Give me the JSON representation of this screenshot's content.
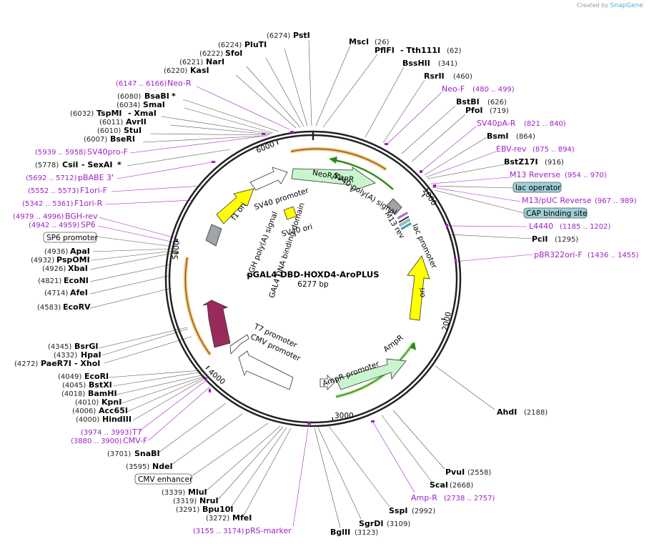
{
  "header": {
    "created_by": "Created by",
    "brand": "SnapGene"
  },
  "plasmid": {
    "name": "pGAL4-DBD-HOXD4-AroPLUS",
    "length_label": "6277 bp"
  },
  "ticks": [
    "1000",
    "2000",
    "3000",
    "4000",
    "5000",
    "6000"
  ],
  "features": {
    "neo": "NeoR/KanR",
    "sv40_promoter": "SV40 promoter",
    "f1_ori": "f1 ori",
    "sv40_polyA": "SV40 poly(A) signal",
    "bgh_polyA": "bGH poly(A) signal",
    "sv40_ori": "SV40 ori",
    "m13_rev": "M13 rev",
    "lac_promoter": "lac promoter",
    "ori": "ori",
    "gal4": "GAL4 DNA binding domain",
    "t7_promoter": "T7 promoter",
    "cmv_promoter": "CMV promoter",
    "ampr_promoter": "AmpR promoter",
    "ampr": "AmpR"
  },
  "labels": {
    "pstI": {
      "name": "PstI",
      "pos": "(6274)"
    },
    "pluTI": {
      "name": "PluTI",
      "pos": "(6224)"
    },
    "sfoI": {
      "name": "SfoI",
      "pos": "(6222)"
    },
    "narI": {
      "name": "NarI",
      "pos": "(6221)"
    },
    "kasI": {
      "name": "KasI",
      "pos": "(6220)"
    },
    "neoR_primer": {
      "name": "Neo-R",
      "pos": "(6147 .. 6166)"
    },
    "bsaBI": {
      "name": "BsaBI",
      "pos": "(6080)",
      "suffix": "*"
    },
    "smaI": {
      "name": "SmaI",
      "pos": "(6034)"
    },
    "tspMI": {
      "name": "TspMI",
      "pos": "(6032)",
      "name2": "- XmaI"
    },
    "avrII": {
      "name": "AvrII",
      "pos": "(6011)"
    },
    "stuI": {
      "name": "StuI",
      "pos": "(6010)"
    },
    "bseRI": {
      "name": "BseRI",
      "pos": "(6007)"
    },
    "sv40pro_f": {
      "name": "SV40pro-F",
      "pos": "(5939 .. 5958)"
    },
    "csiI": {
      "name": "CsiI",
      "pos": "(5778)",
      "name2": "- SexAI",
      "suffix": "*"
    },
    "pbabe3": {
      "name": "pBABE 3'",
      "pos": "(5692 .. 5712)"
    },
    "f1ori_f": {
      "name": "F1ori-F",
      "pos": "(5552 .. 5573)"
    },
    "f1ori_r": {
      "name": "F1ori-R",
      "pos": "(5342 .. 5361)"
    },
    "bgh_rev": {
      "name": "BGH-rev",
      "pos": "(4979 .. 4996)"
    },
    "sp6": {
      "name": "SP6",
      "pos": "(4942 .. 4959)"
    },
    "sp6_promoter": {
      "name": "SP6 promoter"
    },
    "apaI": {
      "name": "ApaI",
      "pos": "(4936)"
    },
    "pspOMI": {
      "name": "PspOMI",
      "pos": "(4932)"
    },
    "xbaI": {
      "name": "XbaI",
      "pos": "(4926)"
    },
    "ecoNI": {
      "name": "EcoNI",
      "pos": "(4821)"
    },
    "afeI": {
      "name": "AfeI",
      "pos": "(4714)"
    },
    "ecoRV": {
      "name": "EcoRV",
      "pos": "(4583)"
    },
    "bsrGI": {
      "name": "BsrGI",
      "pos": "(4345)"
    },
    "hpaI": {
      "name": "HpaI",
      "pos": "(4332)"
    },
    "paeR7I": {
      "name": "PaeR7I",
      "pos": "(4272)",
      "name2": "- XhoI"
    },
    "ecoRI": {
      "name": "EcoRI",
      "pos": "(4049)"
    },
    "bstXI": {
      "name": "BstXI",
      "pos": "(4045)"
    },
    "bamHI": {
      "name": "BamHI",
      "pos": "(4018)"
    },
    "kpnI": {
      "name": "KpnI",
      "pos": "(4010)"
    },
    "acc65I": {
      "name": "Acc65I",
      "pos": "(4006)"
    },
    "hindIII": {
      "name": "HindIII",
      "pos": "(4000)"
    },
    "t7_primer": {
      "name": "T7",
      "pos": "(3974 .. 3993)"
    },
    "cmv_f": {
      "name": "CMV-F",
      "pos": "(3880 .. 3900)"
    },
    "snaBI": {
      "name": "SnaBI",
      "pos": "(3701)"
    },
    "ndeI": {
      "name": "NdeI",
      "pos": "(3595)"
    },
    "cmv_enhancer": {
      "name": "CMV enhancer"
    },
    "mluI": {
      "name": "MluI",
      "pos": "(3339)"
    },
    "nruI": {
      "name": "NruI",
      "pos": "(3319)"
    },
    "bpu10I": {
      "name": "Bpu10I",
      "pos": "(3291)"
    },
    "mfeI": {
      "name": "MfeI",
      "pos": "(3272)"
    },
    "prs_marker": {
      "name": "pRS-marker",
      "pos": "(3155 .. 3174)"
    },
    "bglII": {
      "name": "BglII",
      "pos": "(3123)"
    },
    "sgrDI": {
      "name": "SgrDI",
      "pos": "(3109)"
    },
    "sspI": {
      "name": "SspI",
      "pos": "(2992)"
    },
    "ampR_primer": {
      "name": "Amp-R",
      "pos": "(2738 .. 2757)"
    },
    "scaI": {
      "name": "ScaI",
      "pos": "(2668)"
    },
    "pvuI": {
      "name": "PvuI",
      "pos": "(2558)"
    },
    "ahdI": {
      "name": "AhdI",
      "pos": "(2188)"
    },
    "mscI": {
      "name": "MscI",
      "pos": "(26)"
    },
    "pflFI": {
      "name": "PflFI",
      "name2": "- Tth111I",
      "pos": "(62)"
    },
    "bssHII": {
      "name": "BssHII",
      "pos": "(341)"
    },
    "rsrII": {
      "name": "RsrII",
      "pos": "(460)"
    },
    "neoF_primer": {
      "name": "Neo-F",
      "pos": "(480 .. 499)"
    },
    "bstBI": {
      "name": "BstBI",
      "pos": "(626)"
    },
    "pfoI": {
      "name": "PfoI",
      "pos": "(719)"
    },
    "sv40pA_r": {
      "name": "SV40pA-R",
      "pos": "(821 .. 840)"
    },
    "bsmI": {
      "name": "BsmI",
      "pos": "(864)"
    },
    "ebv_rev": {
      "name": "EBV-rev",
      "pos": "(875 .. 894)"
    },
    "bstZ17I": {
      "name": "BstZ17I",
      "pos": "(916)"
    },
    "m13_reverse": {
      "name": "M13 Reverse",
      "pos": "(954 .. 970)"
    },
    "lac_operator": {
      "name": "lac operator"
    },
    "m13_puc_reverse": {
      "name": "M13/pUC Reverse",
      "pos": "(967 .. 989)"
    },
    "cap_binding_site": {
      "name": "CAP binding site"
    },
    "l4440": {
      "name": "L4440",
      "pos": "(1185 .. 1202)"
    },
    "pciI": {
      "name": "PciI",
      "pos": "(1295)"
    },
    "pbr322ori_f": {
      "name": "pBR322ori-F",
      "pos": "(1436 .. 1455)"
    }
  },
  "colors": {
    "backbone": "#222222",
    "primer": "#a020c8",
    "promoter": "#ffffff",
    "neo": "#c8f5cd",
    "origin": "#ffff00",
    "polyA": "#a0a4a8",
    "gal4": "#9b2a5c",
    "orf_highlight": "#f5c27a",
    "green_line": "#2d8a1a",
    "feature_box": "#9fcfd8"
  }
}
